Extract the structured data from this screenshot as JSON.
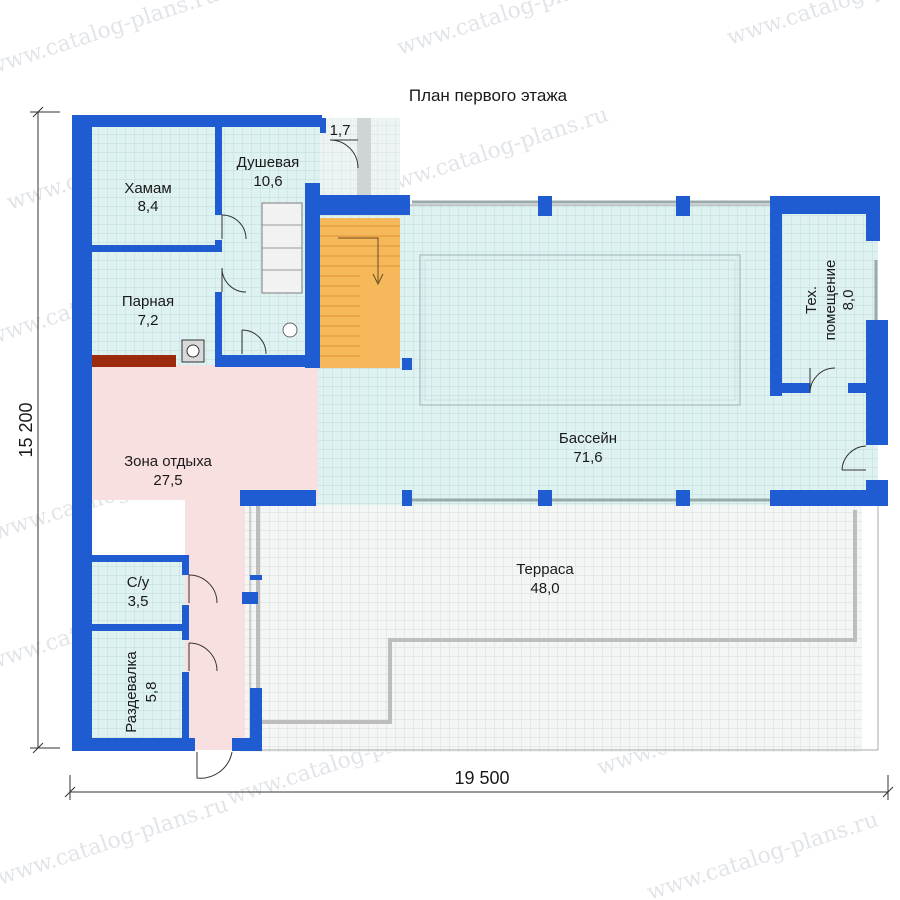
{
  "title": "План первого этажа",
  "watermark": "www.catalog-plans.ru",
  "dimensions": {
    "width": "19 500",
    "height": "15 200"
  },
  "rooms": {
    "hamam": {
      "name": "Хамам",
      "area": "8,4"
    },
    "shower": {
      "name": "Душевая",
      "area": "10,6"
    },
    "vestibule": {
      "area": "1,7"
    },
    "steam": {
      "name": "Парная",
      "area": "7,2"
    },
    "rest": {
      "name": "Зона отдыха",
      "area": "27,5"
    },
    "pool": {
      "name": "Бассейн",
      "area": "71,6"
    },
    "tech": {
      "name1": "Тех.",
      "name2": "помещение",
      "area": "8,0"
    },
    "terrace": {
      "name": "Терраса",
      "area": "48,0"
    },
    "wc": {
      "name": "С/у",
      "area": "3,5"
    },
    "dressing": {
      "name": "Раздевалка",
      "area": "5,8"
    }
  },
  "colors": {
    "wall": "#1f5bd1",
    "tile": "#dff2f2",
    "terraceTile": "#f4f6f6",
    "rest": "#f9e0e0",
    "stair": "#f5b85a",
    "heater": "#9c2a0c"
  }
}
